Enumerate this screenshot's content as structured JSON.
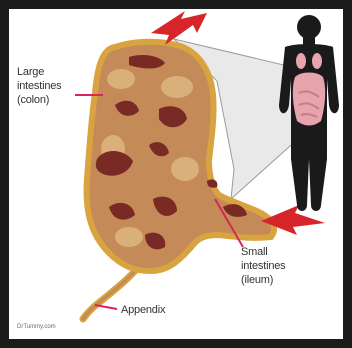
{
  "labels": {
    "large_intestines": "Large\nintestines\n(colon)",
    "small_intestines": "Small\nintestines\n(ileum)",
    "appendix": "Appendix"
  },
  "credit": "DrTummy.com",
  "colors": {
    "frame": "#1c1c1c",
    "arrow": "#d6262a",
    "leader": "#d6265a",
    "colon_outline": "#d9a440",
    "colon_fill": "#c48a57",
    "dark_matter": "#7a2a24",
    "silhouette": "#1a1a1a",
    "organs": "#e7a4ad"
  }
}
